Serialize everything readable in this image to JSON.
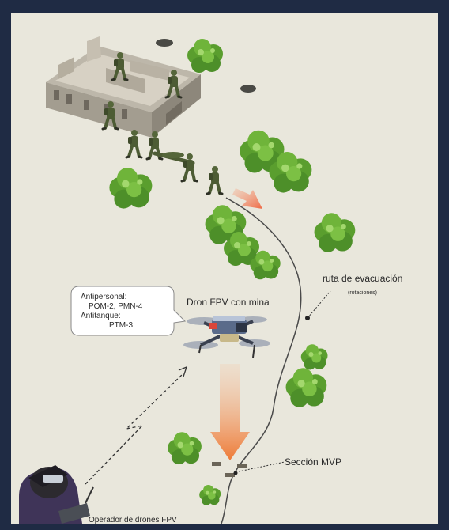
{
  "callout": {
    "ap_title": "Antipersonal:",
    "ap_items": "POM-2, PMN-4",
    "at_title": "Antitanque:",
    "at_items": "PTM-3"
  },
  "labels": {
    "drone": "Dron FPV con mina",
    "route": "ruta de evacuación",
    "route_sub": "(rotaciones)",
    "mvp": "Sección MVP",
    "operator": "Operador de drones FPV"
  },
  "colors": {
    "background": "#e9e7dc",
    "frame": "#1f2b44",
    "foliage": "#5a9e2e",
    "soldier": "#4d5c34",
    "arrow": "#ee7a36",
    "route_line": "#4a4a4a"
  },
  "icons": [
    "ruined-house-icon",
    "soldier-icon",
    "stretcher-icon",
    "bush-icon",
    "crater-icon",
    "fpv-drone-icon",
    "operator-icon",
    "radio-link-icon",
    "arrow-icon"
  ]
}
